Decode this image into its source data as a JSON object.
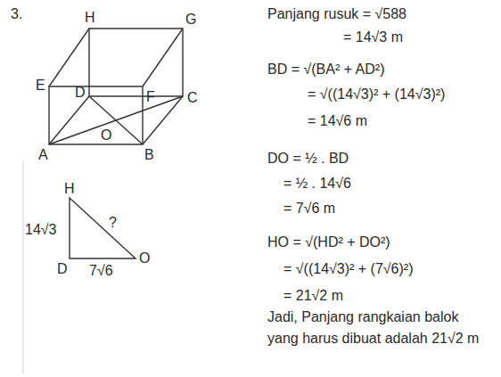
{
  "diagram": {
    "labels": [
      "3.",
      "H",
      "G",
      "E",
      "F",
      "D",
      "C",
      "O",
      "A",
      "B",
      "H",
      "14√3",
      "?",
      "D",
      "7√6",
      "O",
      "Panjang rusuk = √588",
      "= 14√3 m",
      "BD = √(BA² + AD²)",
      "= √((14√3)² + (14√3)²)",
      "= 14√6 m",
      "DO = ½ . BD",
      "= ½ . 14√6",
      "= 7√6 m",
      "HO = √(HD² + DO²)",
      "= √((14√3)² + (7√6)²)",
      "= 21√2 m",
      "Jadi, Panjang rangkaian balok yang harus dibuat adalah 21√2 m"
    ]
  }
}
